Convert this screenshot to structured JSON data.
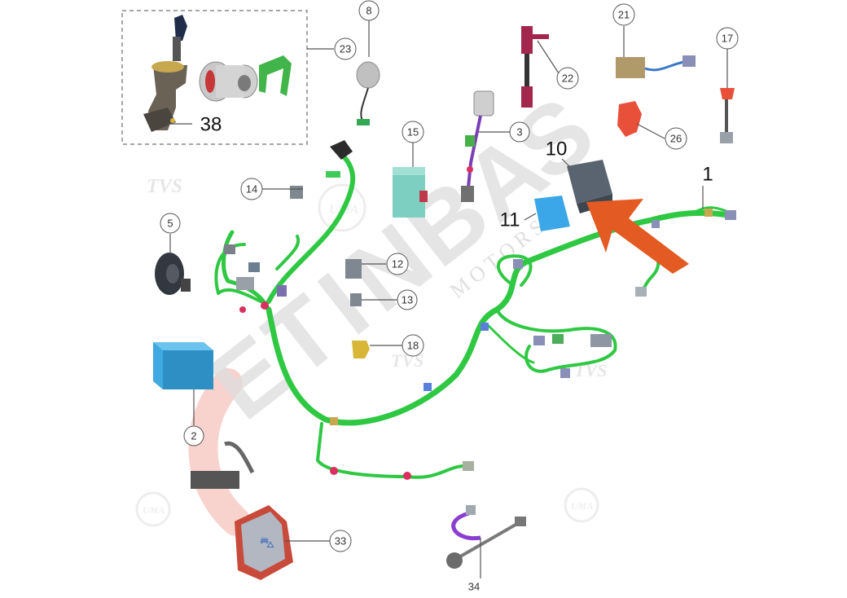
{
  "watermarks": {
    "brand_letters": [
      "E",
      "T",
      "I",
      "N",
      "B",
      "A",
      "S"
    ],
    "brand_sub": "MOTORS",
    "tvs": "TVS",
    "uma": "UMA"
  },
  "colors": {
    "harness": "#2fc843",
    "harness_dark": "#1f8f2e",
    "callout_line": "#555555",
    "arrow": "#e35b23",
    "battery": "#3fa9e0",
    "ecu": "#5a6470",
    "relay_blue": "#3ba7e8",
    "tail_lamp": "#c84a3a"
  },
  "parts": {
    "p1": "1",
    "p2": "2",
    "p3": "3",
    "p5": "5",
    "p8": "8",
    "p10": "10",
    "p11": "11",
    "p12": "12",
    "p13": "13",
    "p14": "14",
    "p15": "15",
    "p17": "17",
    "p18": "18",
    "p21": "21",
    "p22": "22",
    "p23": "23",
    "p26": "26",
    "p33": "33",
    "p34": "34",
    "p38": "38"
  }
}
